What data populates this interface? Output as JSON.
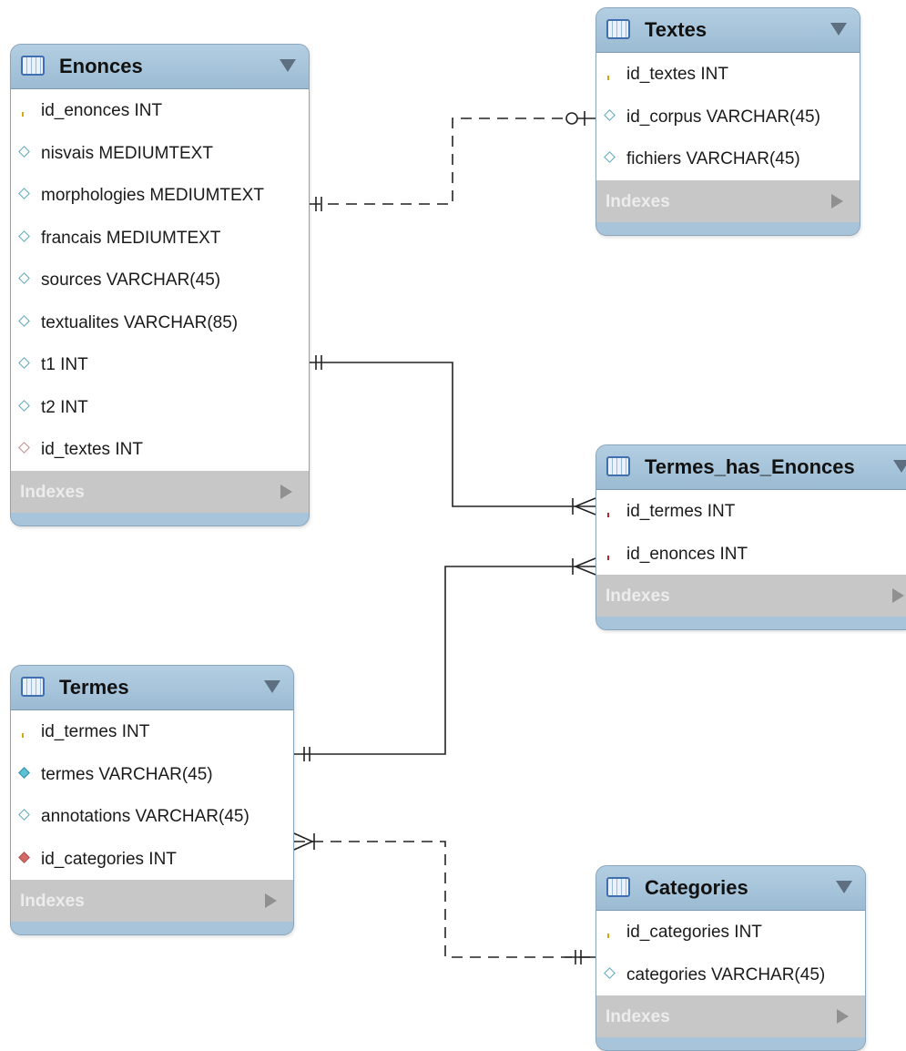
{
  "tables": {
    "enonces": {
      "title": "Enonces",
      "columns": [
        {
          "text": "id_enonces INT",
          "icon": "primary-key"
        },
        {
          "text": "nisvais MEDIUMTEXT",
          "icon": "attribute"
        },
        {
          "text": "morphologies MEDIUMTEXT",
          "icon": "attribute"
        },
        {
          "text": "francais MEDIUMTEXT",
          "icon": "attribute"
        },
        {
          "text": "sources VARCHAR(45)",
          "icon": "attribute"
        },
        {
          "text": "textualites VARCHAR(85)",
          "icon": "attribute"
        },
        {
          "text": "t1 INT",
          "icon": "attribute"
        },
        {
          "text": "t2 INT",
          "icon": "attribute"
        },
        {
          "text": "id_textes INT",
          "icon": "foreign-key"
        }
      ],
      "indexes_label": "Indexes"
    },
    "textes": {
      "title": "Textes",
      "columns": [
        {
          "text": "id_textes INT",
          "icon": "primary-key"
        },
        {
          "text": "id_corpus VARCHAR(45)",
          "icon": "attribute"
        },
        {
          "text": "fichiers VARCHAR(45)",
          "icon": "attribute"
        }
      ],
      "indexes_label": "Indexes"
    },
    "termes_has_enonces": {
      "title": "Termes_has_Enonces",
      "columns": [
        {
          "text": "id_termes INT",
          "icon": "primary-foreign-key"
        },
        {
          "text": "id_enonces INT",
          "icon": "primary-foreign-key"
        }
      ],
      "indexes_label": "Indexes"
    },
    "termes": {
      "title": "Termes",
      "columns": [
        {
          "text": "id_termes INT",
          "icon": "primary-key"
        },
        {
          "text": "termes VARCHAR(45)",
          "icon": "not-null-attribute"
        },
        {
          "text": "annotations VARCHAR(45)",
          "icon": "attribute"
        },
        {
          "text": "id_categories INT",
          "icon": "not-null-foreign-key"
        }
      ],
      "indexes_label": "Indexes"
    },
    "categories": {
      "title": "Categories",
      "columns": [
        {
          "text": "id_categories INT",
          "icon": "primary-key"
        },
        {
          "text": "categories VARCHAR(45)",
          "icon": "attribute"
        }
      ],
      "indexes_label": "Indexes"
    }
  },
  "relationships": [
    {
      "from": "Enonces",
      "to": "Textes",
      "from_end": "exactly-one",
      "to_end": "zero-or-one",
      "identifying": false
    },
    {
      "from": "Enonces",
      "to": "Termes_has_Enonces",
      "from_end": "exactly-one",
      "to_end": "one-or-many",
      "identifying": true
    },
    {
      "from": "Termes",
      "to": "Termes_has_Enonces",
      "from_end": "exactly-one",
      "to_end": "one-or-many",
      "identifying": true
    },
    {
      "from": "Termes",
      "to": "Categories",
      "from_end": "one-or-many",
      "to_end": "exactly-one",
      "identifying": false
    }
  ],
  "colors": {
    "header": "#a8c4da",
    "primary_key": "#f0c020",
    "primary_foreign_key": "#de3d3d",
    "attribute": "#5aa8b9",
    "indexes_band": "#c7c7c7",
    "connector": "#222222"
  }
}
